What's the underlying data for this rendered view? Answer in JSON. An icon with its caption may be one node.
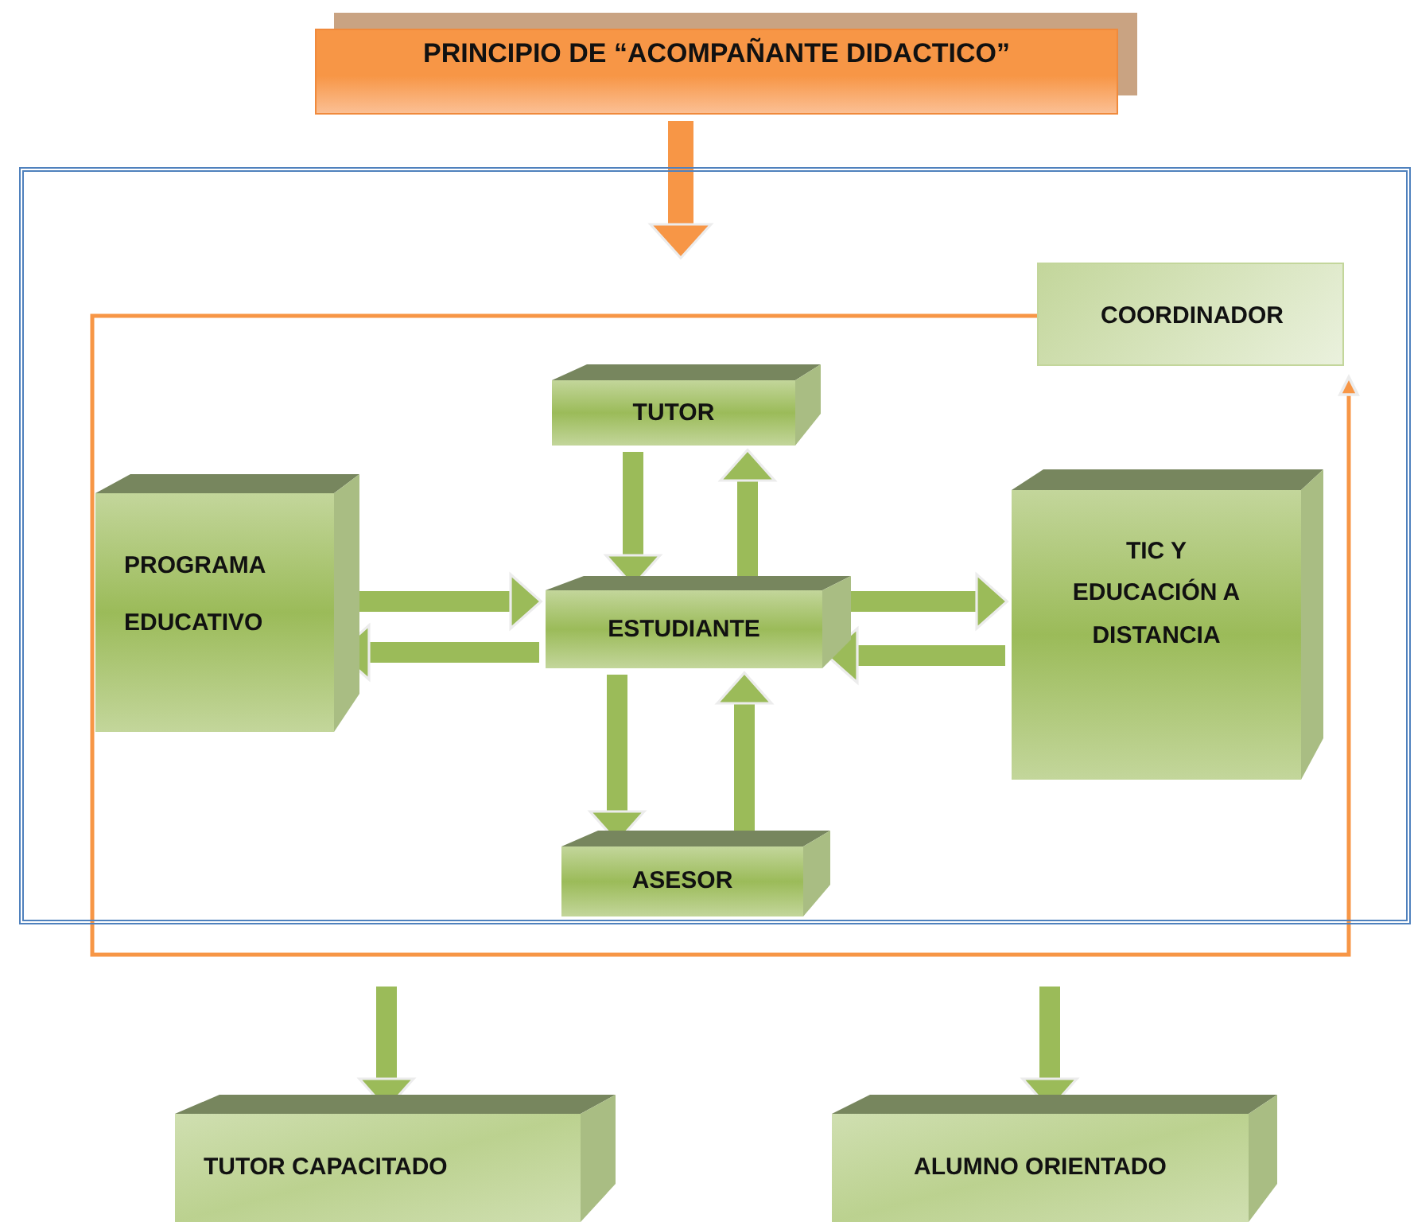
{
  "diagram": {
    "nodes": [
      {
        "text": [
          "PRINCIPIO DE “ACOMPAÑANTE DIDACTICO”"
        ]
      },
      {
        "text": [],
        "shape": "box"
      },
      {
        "text": [
          "COORDINADOR"
        ],
        "in": 1
      },
      {
        "text": [
          "TUTOR"
        ],
        "in": 1
      },
      {
        "text": [
          "PROGRAMA EDUCATIVO"
        ],
        "in": 1
      },
      {
        "text": [
          "ESTUDIANTE"
        ],
        "in": 1
      },
      {
        "text": [
          "TIC Y EDUCACIÓN A DISTANCIA"
        ],
        "in": 1
      },
      {
        "text": [
          "ASESOR"
        ],
        "in": 1
      },
      {
        "text": [
          "TUTOR CAPACITADO"
        ]
      },
      {
        "text": [
          "ALUMNO ORIENTADO"
        ]
      }
    ],
    "edges": [
      {
        "from": 0,
        "to": 1,
        "arrow": "to",
        "color": "#f79646"
      },
      {
        "from": 3,
        "to": 5,
        "arrow": "to"
      },
      {
        "from": 5,
        "to": 3,
        "arrow": "to"
      },
      {
        "from": 4,
        "to": 5,
        "arrow": "to"
      },
      {
        "from": 5,
        "to": 4,
        "arrow": "to"
      },
      {
        "from": 5,
        "to": 6,
        "arrow": "to"
      },
      {
        "from": 6,
        "to": 5,
        "arrow": "to"
      },
      {
        "from": 5,
        "to": 7,
        "arrow": "to"
      },
      {
        "from": 7,
        "to": 5,
        "arrow": "to"
      },
      {
        "from": 2,
        "to": 2,
        "arrow": "to",
        "color": "#f79646"
      },
      {
        "from": 1,
        "to": 8,
        "arrow": "to"
      },
      {
        "from": 1,
        "to": 9,
        "arrow": "to"
      }
    ]
  }
}
